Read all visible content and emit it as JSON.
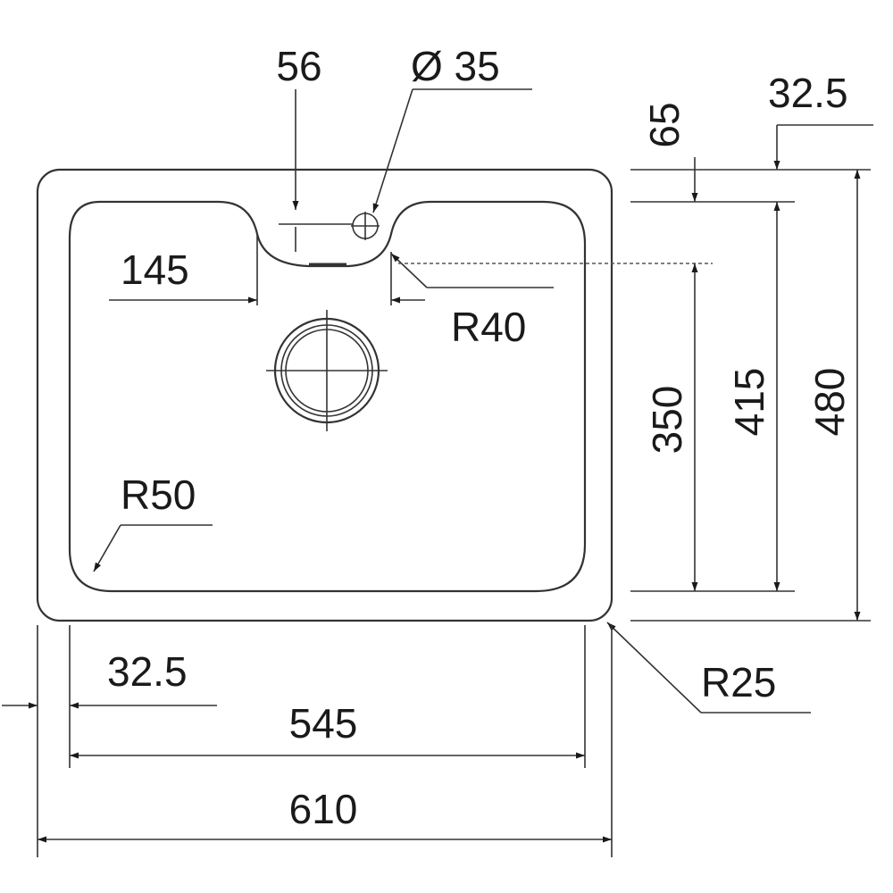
{
  "drawing": {
    "dimensions": {
      "hole_offset": "56",
      "tap_hole_diameter": "Ø 35",
      "top_margin": "65",
      "side_margin_top": "32.5",
      "overflow_width": "145",
      "overflow_radius": "R40",
      "bowl_height_inner": "350",
      "bowl_height": "415",
      "outer_height": "480",
      "inner_corner_radius": "R50",
      "outer_corner_radius": "R25",
      "side_margin_bottom": "32.5",
      "bowl_width": "545",
      "outer_width": "610"
    },
    "colors": {
      "line": "#333333",
      "background": "#ffffff"
    }
  }
}
